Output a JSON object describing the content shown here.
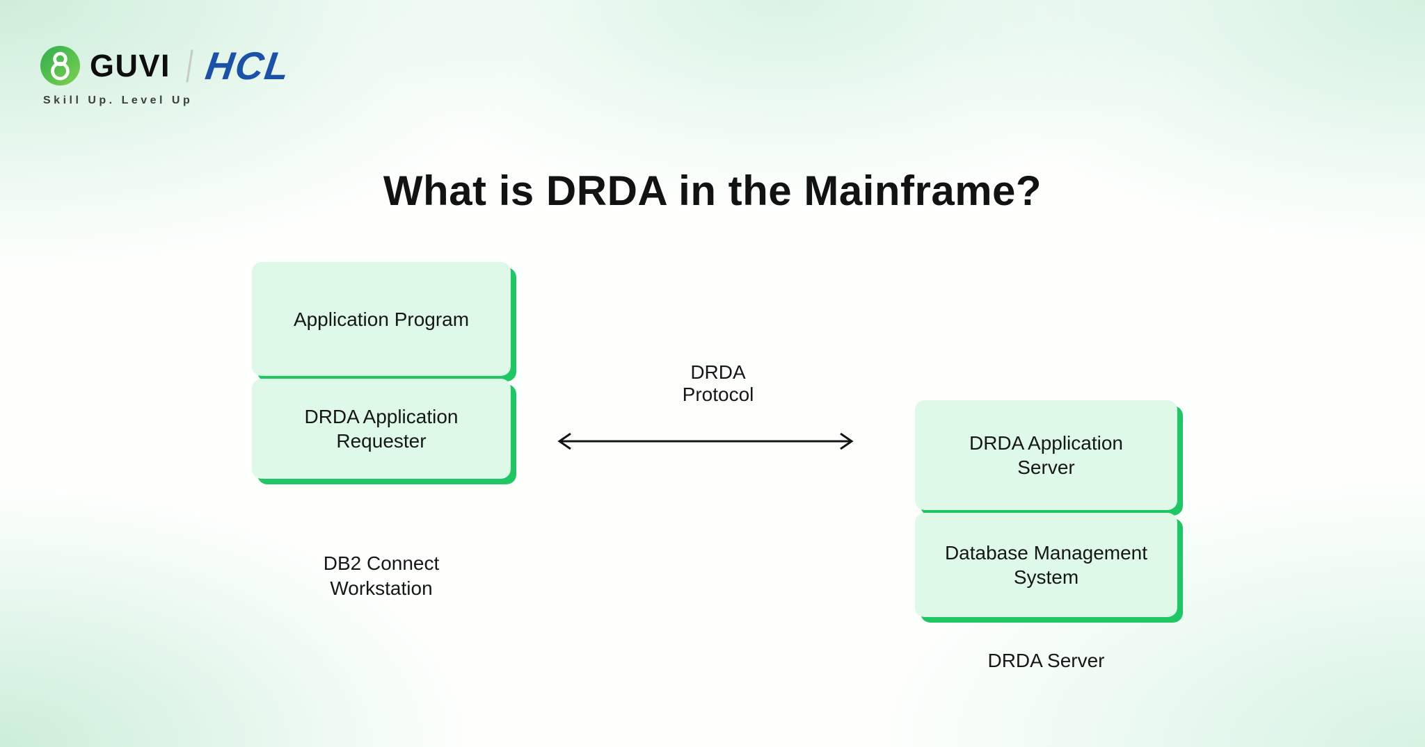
{
  "colors": {
    "accent_green": "#1ec764",
    "box_fill": "#def9e8",
    "hcl_blue": "#1b51a8",
    "title_text": "#121212"
  },
  "header": {
    "brand": "GUVI",
    "partner": "HCL",
    "tagline": "Skill Up. Level Up"
  },
  "title": "What is DRDA in the Mainframe?",
  "diagram": {
    "left_stack": {
      "boxes": [
        {
          "label": "Application Program"
        },
        {
          "label": "DRDA Application\nRequester"
        }
      ],
      "caption": "DB2 Connect\nWorkstation"
    },
    "connector": {
      "label": "DRDA\nProtocol"
    },
    "right_stack": {
      "boxes": [
        {
          "label": "DRDA Application\nServer"
        },
        {
          "label": "Database Management\nSystem"
        }
      ],
      "caption": "DRDA Server"
    }
  }
}
